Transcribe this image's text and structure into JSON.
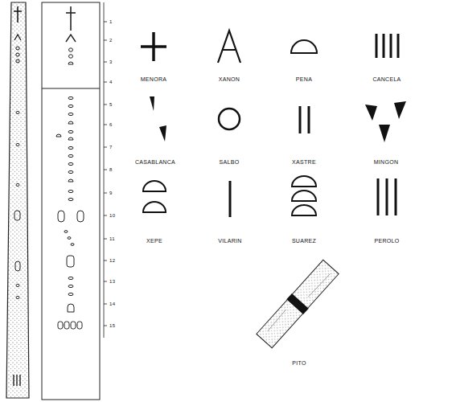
{
  "diagram": {
    "labels": [
      "1",
      "2",
      "3",
      "4",
      "5",
      "6",
      "7",
      "8",
      "9",
      "10",
      "11",
      "12",
      "13",
      "14",
      "15",
      "MENORA",
      "XANON",
      "PENA",
      "CANCELA",
      "CASABLANCA",
      "SALBO",
      "XASTRE",
      "MINGON",
      "XEPE",
      "VILARIN",
      "SUAREZ",
      "PEROLO",
      "PITO"
    ]
  }
}
